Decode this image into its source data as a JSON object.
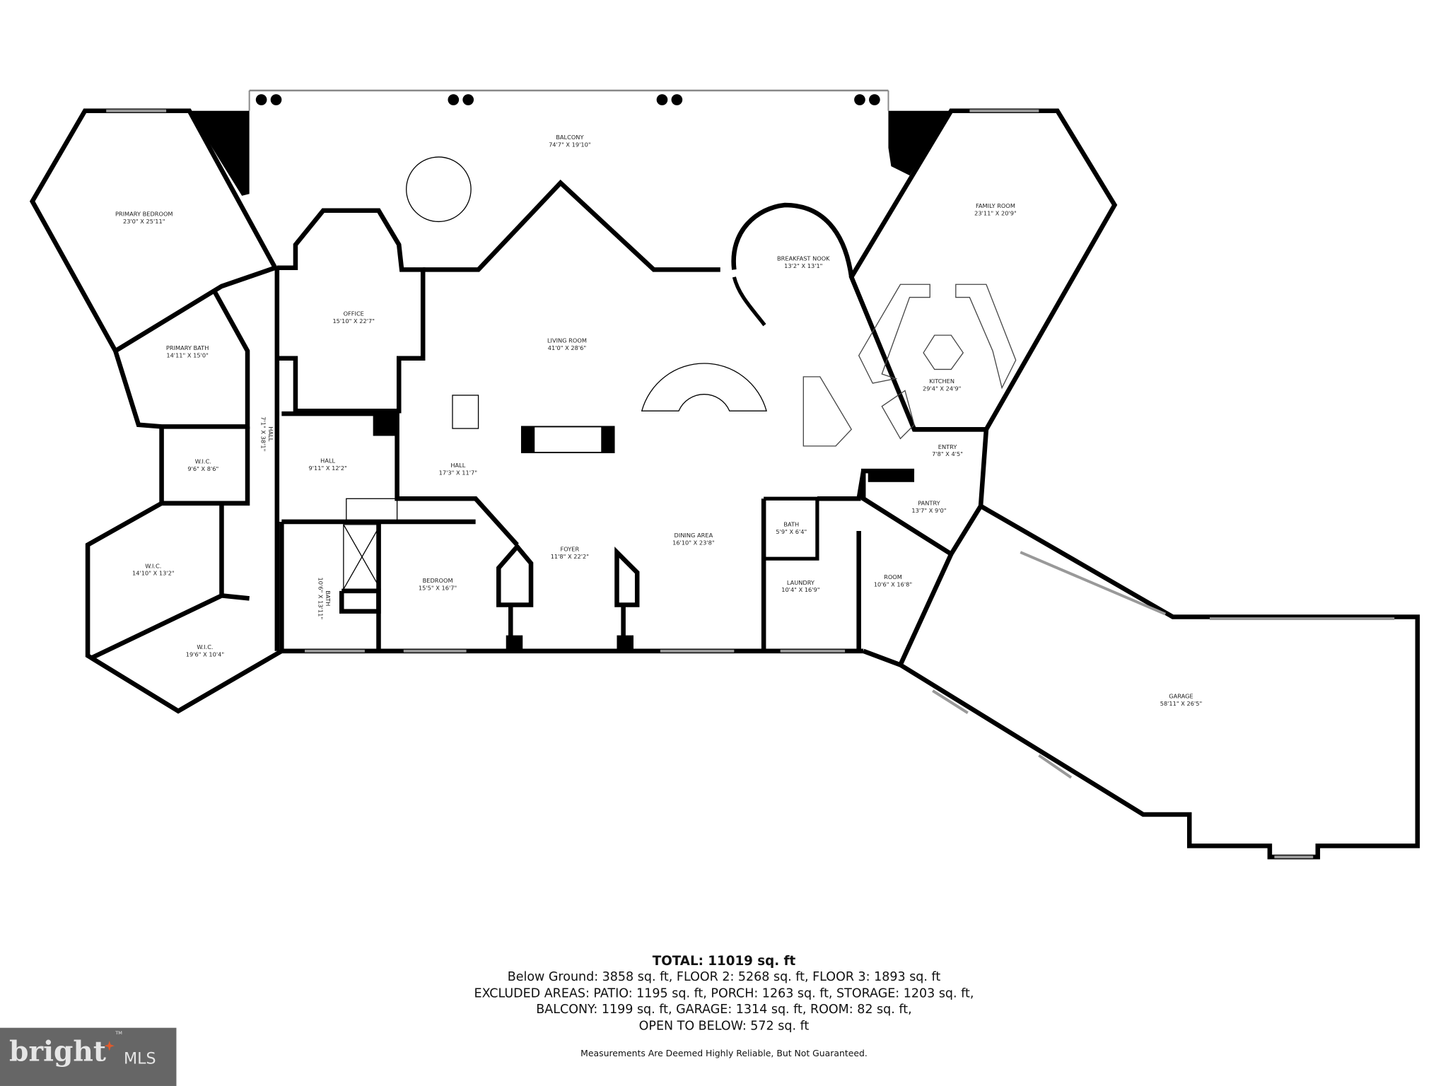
{
  "rooms": [
    {
      "name": "BALCONY",
      "dims": "74'7\" X 19'10\""
    },
    {
      "name": "PRIMARY BEDROOM",
      "dims": "23'0\" X 25'11\""
    },
    {
      "name": "OFFICE",
      "dims": "15'10\" X 22'7\""
    },
    {
      "name": "LIVING ROOM",
      "dims": "41'0\" X 28'6\""
    },
    {
      "name": "BREAKFAST NOOK",
      "dims": "13'2\" X 13'1\""
    },
    {
      "name": "FAMILY ROOM",
      "dims": "23'11\" X 20'9\""
    },
    {
      "name": "PRIMARY BATH",
      "dims": "14'11\" X 15'0\""
    },
    {
      "name": "KITCHEN",
      "dims": "29'4\" X 24'9\""
    },
    {
      "name": "HALL",
      "dims": "7'1\" X 38'1\""
    },
    {
      "name": "W.I.C.",
      "dims": "9'6\" X 8'6\""
    },
    {
      "name": "HALL",
      "dims": "9'11\" X 12'2\""
    },
    {
      "name": "HALL",
      "dims": "17'3\" X 11'7\""
    },
    {
      "name": "ENTRY",
      "dims": "7'8\" X 4'5\""
    },
    {
      "name": "PANTRY",
      "dims": "13'7\" X 9'0\""
    },
    {
      "name": "BATH",
      "dims": "5'9\" X 6'4\""
    },
    {
      "name": "DINING AREA",
      "dims": "16'10\" X 23'8\""
    },
    {
      "name": "FOYER",
      "dims": "11'8\" X 22'2\""
    },
    {
      "name": "W.I.C.",
      "dims": "14'10\" X 13'2\""
    },
    {
      "name": "BEDROOM",
      "dims": "15'5\" X 16'7\""
    },
    {
      "name": "BATH",
      "dims": "10'6\" X 13'11\""
    },
    {
      "name": "LAUNDRY",
      "dims": "10'4\" X 16'9\""
    },
    {
      "name": "ROOM",
      "dims": "10'6\" X 16'8\""
    },
    {
      "name": "W.I.C.",
      "dims": "19'6\" X 10'4\""
    },
    {
      "name": "GARAGE",
      "dims": "58'11\" X 26'5\""
    }
  ],
  "summary": {
    "total": "TOTAL: 11019 sq. ft",
    "lines": [
      "Below Ground: 3858 sq. ft, FLOOR 2: 5268 sq. ft, FLOOR 3: 1893 sq. ft",
      "EXCLUDED AREAS: PATIO: 1195 sq. ft, PORCH: 1263 sq. ft, STORAGE: 1203 sq. ft,",
      "BALCONY: 1199 sq. ft, GARAGE: 1314 sq. ft, ROOM: 82 sq. ft,",
      "OPEN TO BELOW: 572 sq. ft"
    ],
    "disclaimer": "Measurements Are Deemed Highly Reliable, But Not Guaranteed."
  },
  "logo": {
    "brand": "bright",
    "suffix": "MLS",
    "tm": "TM",
    "accent": "#e05a2b"
  }
}
